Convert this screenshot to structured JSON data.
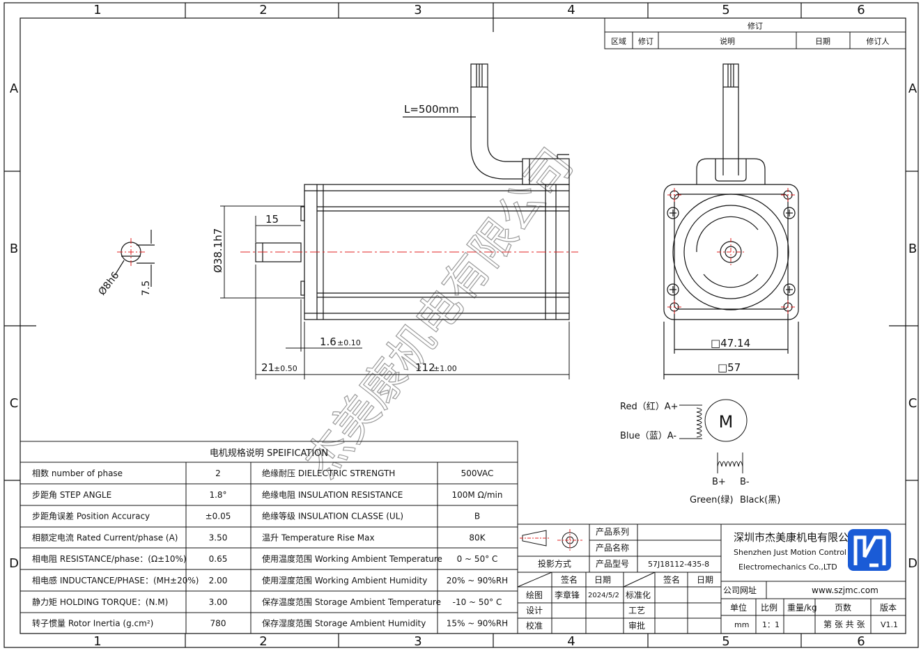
{
  "border": {
    "col_labels": [
      "1",
      "2",
      "3",
      "4",
      "5",
      "6"
    ],
    "row_labels": [
      "A",
      "B",
      "C",
      "D"
    ]
  },
  "revision_table": {
    "title": "修订",
    "headers": [
      "区域",
      "修订",
      "说明",
      "日期",
      "修订人"
    ]
  },
  "dimensions": {
    "cable_length": "L=500mm",
    "shaft_diameter": "Ø8h6",
    "flat_depth": "7.5",
    "flat_length": "15",
    "pilot_diameter": "Ø38.1h7",
    "flange_thickness": "1.6",
    "flange_tol": "±0.10",
    "shaft_length": "21",
    "shaft_tol": "±0.50",
    "body_length": "112",
    "body_tol": "±1.00",
    "hole_pitch": "□47.14",
    "flange_size": "□57"
  },
  "wiring": {
    "motor_symbol": "M",
    "a_plus": "Red（红）A+",
    "a_minus": "Blue（蓝）A-",
    "b_plus": "B+",
    "b_minus": "B-",
    "b_plus_color": "Green(绿)",
    "b_minus_color": "Black(黑)"
  },
  "spec_table": {
    "title": "电机规格说明 SPEIFICATION",
    "rows": [
      {
        "label": "相数 number of phase",
        "value": "2",
        "label2": "绝缘耐压 DIELECTRIC STRENGTH",
        "value2": "500VAC"
      },
      {
        "label": "步距角 STEP ANGLE",
        "value": "1.8°",
        "label2": "绝缘电阻 INSULATION RESISTANCE",
        "value2": "100M Ω/min"
      },
      {
        "label": "步距角误差 Position Accuracy",
        "value": "±0.05",
        "label2": "绝缘等级 INSULATION CLASSE (UL)",
        "value2": "B"
      },
      {
        "label": "相额定电流 Rated Current/phase (A)",
        "value": "3.50",
        "label2": "温升 Temperature Rise Max",
        "value2": "80K"
      },
      {
        "label": "相电阻 RESISTANCE/phase：(Ω±10%)",
        "value": "0.65",
        "label2": "使用温度范围 Working Ambient Temperature",
        "value2": "0 ~ 50° C"
      },
      {
        "label": "相电感 INDUCTANCE/PHASE：(MH±20%)",
        "value": "2.00",
        "label2": "使用湿度范围 Working Ambient Humidity",
        "value2": "20% ~ 90%RH"
      },
      {
        "label": "静力矩 HOLDING TORQUE：(N.M)",
        "value": "3.00",
        "label2": "保存温度范围 Storage Ambient Temperature",
        "value2": "-10 ~ 50° C"
      },
      {
        "label": "转子惯量 Rotor Inertia (g.cm²)",
        "value": "780",
        "label2": "保存湿度范围 Storage Ambient Humidity",
        "value2": "15% ~ 90%RH"
      }
    ]
  },
  "title_block": {
    "series_label": "产品系列",
    "name_label": "产品名称",
    "model_label": "产品型号",
    "model_value": "57J18112-435-8",
    "projection_label": "投影方式",
    "sign_label": "签名",
    "date_label": "日期",
    "sign_label2": "签名",
    "date_label2": "日期",
    "draw_label": "绘图",
    "drawer": "李章锋",
    "draw_date": "2024/5/2",
    "standard_label": "标准化",
    "design_label": "设计",
    "process_label": "工艺",
    "check_label": "校准",
    "approve_label": "审批",
    "company_cn": "深圳市杰美康机电有限公司",
    "company_en1": "Shenzhen Just Motion Control",
    "company_en2": "Electromechanics Co.,LTD",
    "website_label": "公司网址",
    "website": "www.szjmc.com",
    "unit_label": "单位",
    "scale_label": "比例",
    "weight_label": "重量/kg",
    "pages_label": "页数",
    "version_label": "版本",
    "unit_value": "mm",
    "scale_value": "1：1",
    "pages_value": "第 张 共 张",
    "version_value": "V1.1"
  },
  "watermark": "杰美康机电有限公司",
  "colors": {
    "line": "#111111",
    "centerline": "#e02020",
    "logo": "#1a5bd6"
  }
}
